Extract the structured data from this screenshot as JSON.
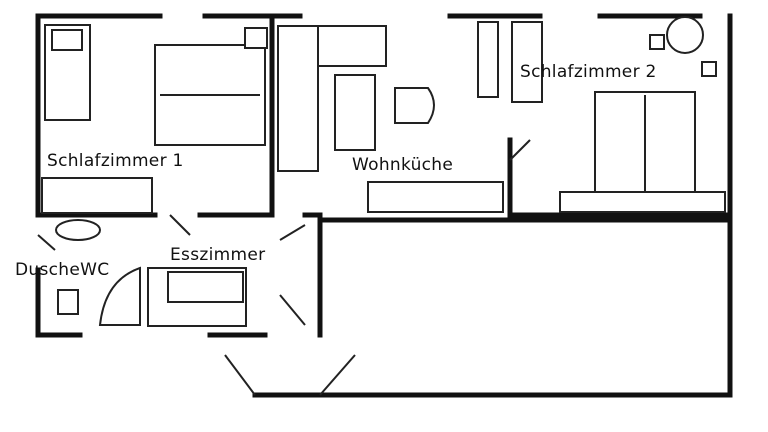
{
  "floor_plan": {
    "rooms": [
      {
        "id": "schlafzimmer1",
        "label": "Schlafzimmer 1"
      },
      {
        "id": "schlafzimmer2",
        "label": "Schlafzimmer 2"
      },
      {
        "id": "wohnkueche",
        "label": "Wohnküche"
      },
      {
        "id": "esszimmer",
        "label": "Esszimmer"
      },
      {
        "id": "duschewc",
        "label": "DuscheWC"
      }
    ],
    "colors": {
      "ink": "#111111",
      "background": "#ffffff"
    }
  }
}
